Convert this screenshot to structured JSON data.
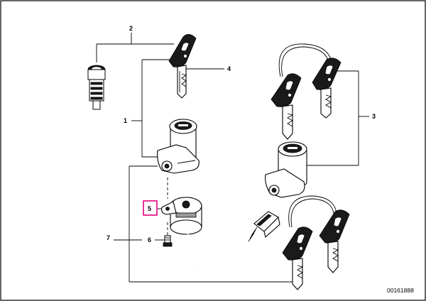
{
  "callouts": {
    "c1": "1",
    "c2": "2",
    "c3": "3",
    "c4": "4",
    "c5": "5",
    "c6": "6",
    "c7": "7"
  },
  "diagram_code": "00161888",
  "highlight_color": "#e0007a"
}
